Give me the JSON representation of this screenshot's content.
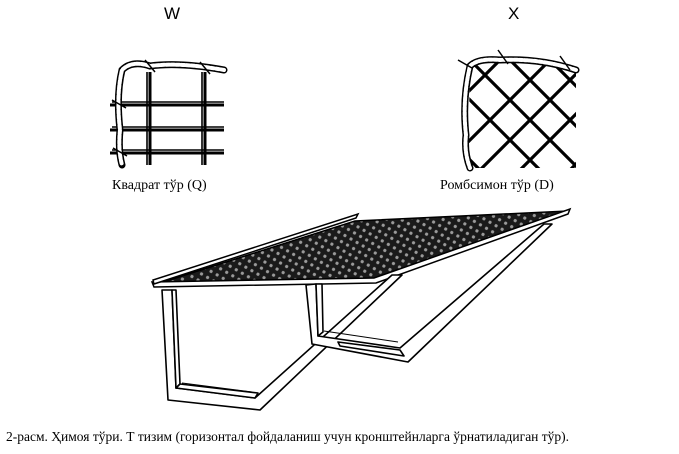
{
  "figure": {
    "detail_w": {
      "letter": "W",
      "caption": "Квадрат тўр (Q)"
    },
    "detail_x": {
      "letter": "X",
      "caption": "Ромбсимон тўр (D)"
    },
    "caption": "2-расм. Ҳимоя тўри. Т тизим (горизонтал фойдаланиш учун кронштейнларга ўрнатиладиган тўр)."
  }
}
